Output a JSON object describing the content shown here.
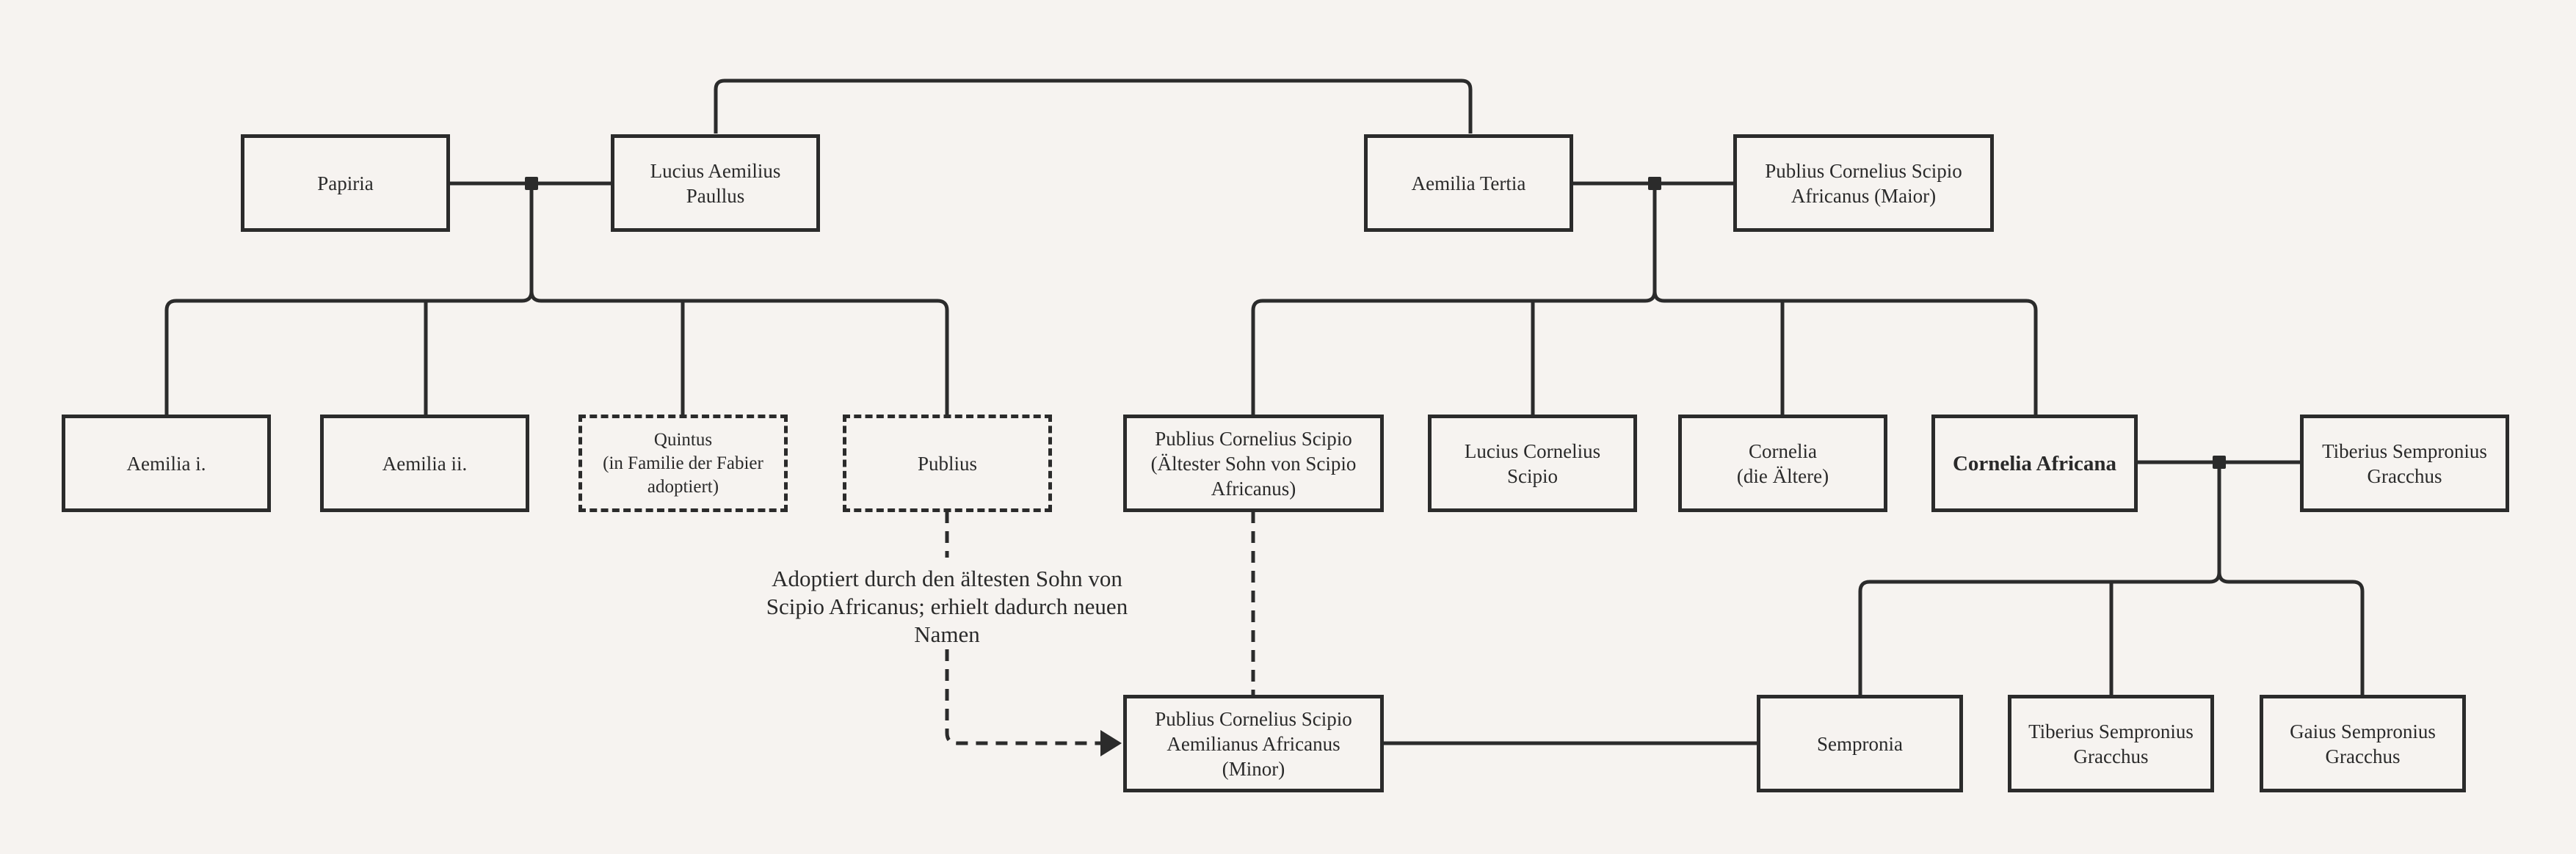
{
  "diagram": {
    "type": "family-tree",
    "nodes": {
      "papiria": "Papiria",
      "lucius_aemilius_paullus": "Lucius Aemilius\nPaullus",
      "aemilia_tertia": "Aemilia Tertia",
      "scipio_africanus_maior": "Publius Cornelius Scipio\nAfricanus (Maior)",
      "aemilia_i": "Aemilia i.",
      "aemilia_ii": "Aemilia ii.",
      "quintus": "Quintus\n(in Familie der Fabier\nadoptiert)",
      "publius": "Publius",
      "scipio_eldest_son": "Publius Cornelius Scipio\n(Ältester Sohn von Scipio\nAfricanus)",
      "lucius_cornelius_scipio": "Lucius Cornelius\nScipio",
      "cornelia_aeltere": "Cornelia\n(die Ältere)",
      "cornelia_africana": "Cornelia Africana",
      "tiberius_gracchus_father": "Tiberius Sempronius\nGracchus",
      "scipio_aemilianus": "Publius Cornelius Scipio\nAemilianus Africanus\n(Minor)",
      "sempronia": "Sempronia",
      "tiberius_gracchus_son": "Tiberius Sempronius\nGracchus",
      "gaius_gracchus": "Gaius Sempronius\nGracchus"
    },
    "annotation": "Adoptiert durch den ältesten Sohn von\nScipio Africanus; erhielt dadurch neuen\nNamen",
    "colors": {
      "background": "#f6f3f0",
      "stroke": "#2b2b2b"
    }
  }
}
